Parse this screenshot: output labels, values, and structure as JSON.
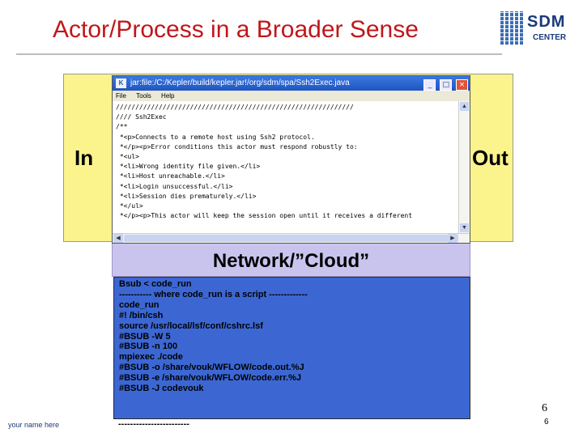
{
  "slide": {
    "title": "Actor/Process in a Broader Sense",
    "in_label": "In",
    "out_label": "Out",
    "network_label": "Network/”Cloud”",
    "footer_name": "your name here",
    "page_number_large": "6",
    "page_number_small": "6"
  },
  "logo": {
    "text_top": "SDM",
    "text_bottom": "CENTER",
    "icon": "grid-logo-icon"
  },
  "java_window": {
    "title": "jar:file:/C:/Kepler/build/kepler.jar!/org/sdm/spa/Ssh2Exec.java",
    "menu": [
      "File",
      "Tools",
      "Help"
    ],
    "buttons": {
      "minimize": "_",
      "maximize": "□",
      "close": "×"
    },
    "code_lines": [
      "/////////////////////////////////////////////////////////////",
      "//// Ssh2Exec",
      "/**",
      " *<p>Connects to a remote host using Ssh2 protocol.",
      "",
      " *</p><p>Error conditions this actor must respond robustly to:",
      " *<ul>",
      " *<li>Wrong identity file given.</li>",
      " *<li>Host unreachable.</li>",
      " *<li>Login unsuccessful.</li>",
      " *<li>Session dies prematurely.</li>",
      " *</ul>",
      "",
      " *</p><p>This actor will keep the session open until it receives a different"
    ]
  },
  "console": {
    "lines": [
      "Bsub < code_run",
      "----------- where code_run is a script -------------",
      "code_run",
      "#! /bin/csh",
      "source /usr/local/lsf/conf/cshrc.lsf",
      "#BSUB -W 5",
      "#BSUB -n 100",
      "mpiexec ./code",
      "#BSUB -o /share/vouk/WFLOW/code.out.%J",
      "#BSUB -e /share/vouk/WFLOW/code.err.%J",
      "#BSUB -J codevouk"
    ],
    "trailing": "------------------------"
  },
  "colors": {
    "title": "#c0171b",
    "yellow_box": "#fbf38c",
    "network_box": "#c9c4ee",
    "console_box": "#3c67d3"
  }
}
